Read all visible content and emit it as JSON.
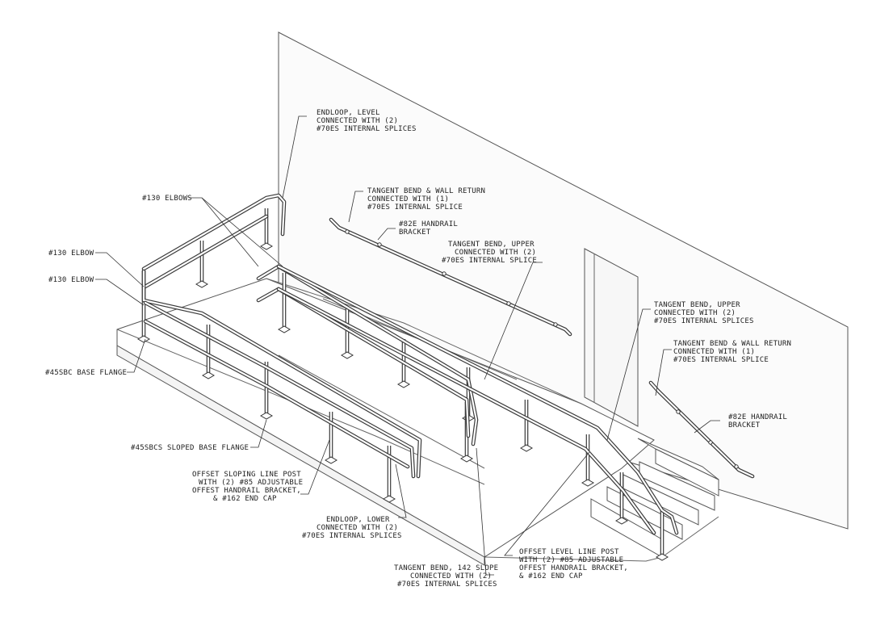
{
  "callouts": {
    "endloop_level": [
      "ENDLOOP, LEVEL",
      "CONNECTED WITH (2)",
      "#70ES INTERNAL SPLICES"
    ],
    "elbows_130": [
      "#130 ELBOWS"
    ],
    "elbow_130_a": [
      "#130 ELBOW"
    ],
    "elbow_130_b": [
      "#130 ELBOW"
    ],
    "base_flange": [
      "#45SBC BASE FLANGE"
    ],
    "sloped_base_flange": [
      "#45SBCS SLOPED BASE FLANGE"
    ],
    "offset_sloping_post": [
      "OFFSET SLOPING LINE POST",
      "WITH (2) #85 ADJUSTABLE",
      "OFFEST HANDRAIL BRACKET,",
      "& #162 END CAP"
    ],
    "endloop_lower": [
      "ENDLOOP, LOWER",
      "CONNECTED WITH (2)",
      "#70ES INTERNAL SPLICES"
    ],
    "tangent_142": [
      "TANGENT BEND, 142 SLOPE",
      "CONNECTED WITH (2)",
      "#70ES INTERNAL SPLICES"
    ],
    "offset_level_post": [
      "OFFSET LEVEL LINE POST",
      "WITH (2) #85 ADJUSTABLE",
      "OFFEST HANDRAIL BRACKET,",
      "& #162 END CAP"
    ],
    "tangent_wall_upper": [
      "TANGENT BEND & WALL RETURN",
      "CONNECTED WITH (1)",
      "#70ES INTERNAL SPLICE"
    ],
    "handrail_bracket_upper": [
      "#82E HANDRAIL",
      "BRACKET"
    ],
    "tangent_upper_a": [
      "TANGENT BEND, UPPER",
      "CONNECTED WITH (2)",
      "#70ES INTERNAL SPLICE"
    ],
    "tangent_upper_b": [
      "TANGENT BEND, UPPER",
      "CONNECTED WITH (2)",
      "#70ES INTERNAL SPLICES"
    ],
    "tangent_wall_right": [
      "TANGENT BEND & WALL RETURN",
      "CONNECTED WITH (1)",
      "#70ES INTERNAL SPLICE"
    ],
    "handrail_bracket_right": [
      "#82E HANDRAIL",
      "BRACKET"
    ]
  }
}
